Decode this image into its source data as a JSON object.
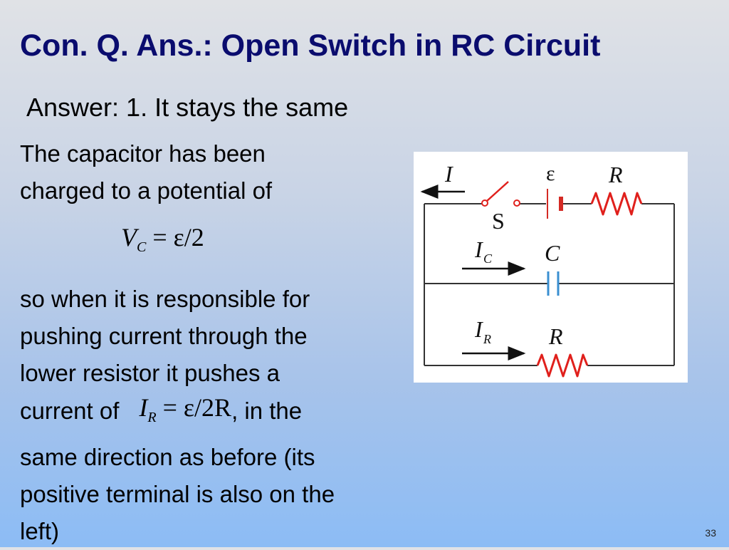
{
  "slide": {
    "title": "Con. Q. Ans.: Open Switch in RC Circuit",
    "answer": "Answer: 1. It stays the same",
    "para1": [
      "The capacitor has been",
      "charged to a potential of"
    ],
    "eq_vc": {
      "lhs": "V",
      "sub": "C",
      "rhs": "= ε/2"
    },
    "para2": [
      "so when it is responsible for",
      "pushing current through the",
      "lower resistor it pushes a"
    ],
    "para2_current_prefix": "current of",
    "eq_ir": {
      "lhs": "I",
      "sub": "R",
      "rhs": "= ε/2R"
    },
    "para2_current_suffix": ", in the",
    "para2_rest": [
      "same direction as before (its",
      "positive terminal is also on the",
      "left)"
    ],
    "page_number": "33"
  },
  "circuit": {
    "labels": {
      "current_top": "I",
      "emf": "ε",
      "resistor_top": "R",
      "switch": "S",
      "current_cap": "I",
      "current_cap_sub": "C",
      "capacitor": "C",
      "current_res": "I",
      "current_res_sub": "R",
      "resistor_bottom": "R"
    },
    "colors": {
      "wire": "#333333",
      "resistor": "#e0201c",
      "battery": "#d42a24",
      "capacitor": "#3a8fd0",
      "switch": "#e0201c",
      "arrow": "#111111"
    }
  }
}
